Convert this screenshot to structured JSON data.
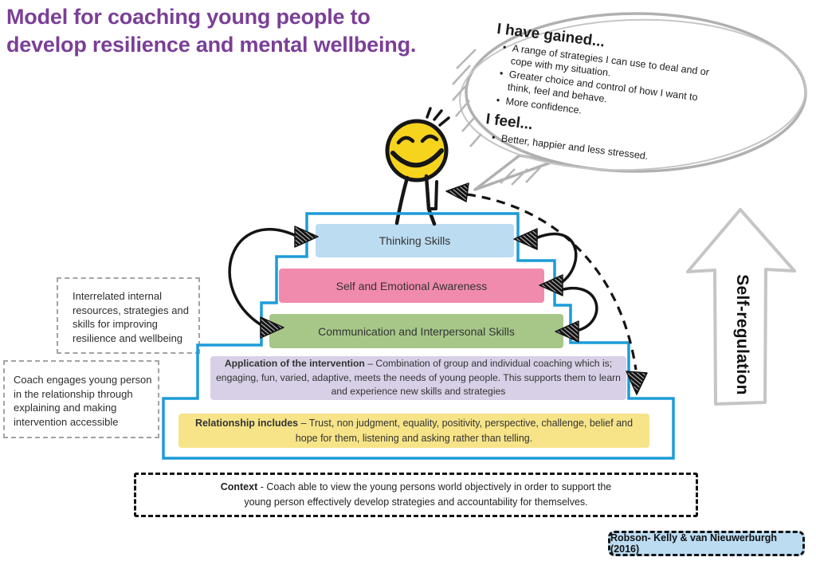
{
  "title": {
    "line1": "Model for coaching young people to",
    "line2": "develop resilience and mental wellbeing."
  },
  "speech_bubble": {
    "gained_heading": "I have gained...",
    "gained_bullets": [
      "A range of strategies I can use to deal and or cope with my situation.",
      "Greater choice and control of how I want to think, feel and behave.",
      "More confidence."
    ],
    "feel_heading": "I feel...",
    "feel_bullets": [
      "Better, happier and less stressed."
    ]
  },
  "annotations": {
    "internal_resources": "Interrelated internal resources, strategies and skills for improving resilience and wellbeing",
    "coach_engagement": "Coach engages young person in the relationship through explaining and making intervention accessible"
  },
  "pyramid": {
    "steps": [
      {
        "label": "Thinking Skills",
        "color": "#bcdcf2"
      },
      {
        "label": "Self and Emotional Awareness",
        "color": "#f18bad"
      },
      {
        "label": "Communication and Interpersonal Skills",
        "color": "#a7c789"
      },
      {
        "lead": "Application of the intervention",
        "rest": "– Combination of group and individual coaching which is; engaging, fun, varied, adaptive, meets the needs of young people. This supports them to learn and experience new skills and strategies",
        "color": "#d7d0e6"
      },
      {
        "lead": "Relationship includes",
        "rest": "– Trust, non judgment, equality, positivity, perspective, challenge, belief and hope for them, listening and asking rather than telling.",
        "color": "#f7e488"
      }
    ]
  },
  "context_box": {
    "lead": "Context",
    "rest": "- Coach able to view the young persons world objectively in order to support the young person effectively develop strategies and accountability for themselves."
  },
  "self_regulation_label": "Self-regulation",
  "attribution": "Robson- Kelly & van Nieuwerburgh (2016)",
  "colors": {
    "title_purple": "#7b3f97",
    "pyramid_outline_blue": "#1d9bd8",
    "attribution_fill": "#bcdcf2",
    "bubble_gray": "#b0b0b0",
    "arrow_gray": "#c5c5c5",
    "smiley_yellow": "#f6d41e",
    "ink_black": "#141414"
  }
}
